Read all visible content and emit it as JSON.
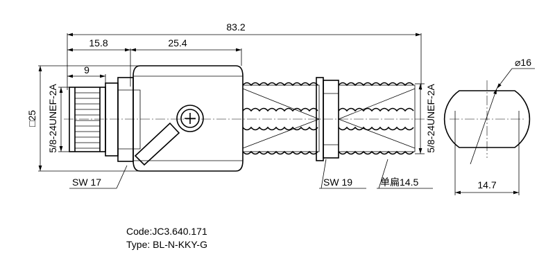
{
  "dimensions": {
    "overall_length": "83.2",
    "front_length": "15.8",
    "body_length": "25.4",
    "connector_length": "9",
    "square_size": "□25",
    "diameter": "⌀16",
    "flat_width": "14.7",
    "wrench_left": "SW 17",
    "wrench_right": "SW 19",
    "single_flat": "单扁14.5",
    "thread_left": "5/8-24UNEF-2A",
    "thread_right": "5/8-24UNEF-2A"
  },
  "info": {
    "code": "Code:JC3.640.171",
    "type": "Type: BL-N-KKY-G"
  }
}
